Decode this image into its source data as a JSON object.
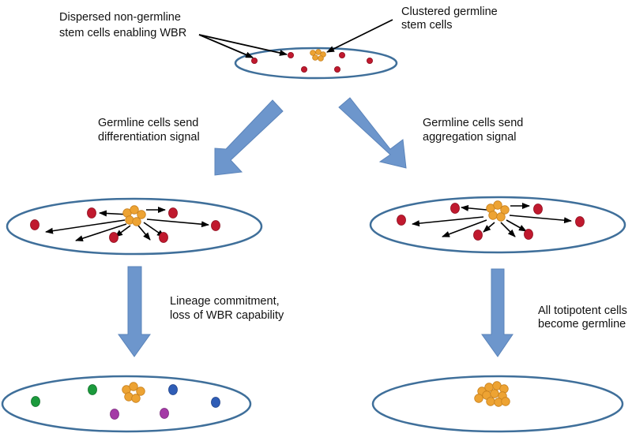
{
  "labels": {
    "dispersed_line1": "Dispersed non-germline",
    "dispersed_line2": "stem cells enabling WBR",
    "clustered_line1": "Clustered germline",
    "clustered_line2": "stem cells",
    "diff_signal_line1": "Germline cells send",
    "diff_signal_line2": "differentiation signal",
    "agg_signal_line1": "Germline cells send",
    "agg_signal_line2": "aggregation signal",
    "lineage_line1": "Lineage commitment,",
    "lineage_line2": "loss of WBR capability",
    "totipotent_line1": "All totipotent cells",
    "totipotent_line2": "become germline"
  },
  "colors": {
    "ellipse_outline": "#3f6f9a",
    "block_arrow_fill": "#6d96cc",
    "block_arrow_stroke": "#5b84ba",
    "germline_cell": "#eda333",
    "germline_cell_edge": "#c8801c",
    "nongermline_cell": "#c0192e",
    "nongermline_cell_edge": "#8e0f1f",
    "committed_green": "#1b9a3c",
    "committed_purple": "#a43aa6",
    "committed_blue": "#2f5db6",
    "pointer_arrow": "#000000"
  }
}
